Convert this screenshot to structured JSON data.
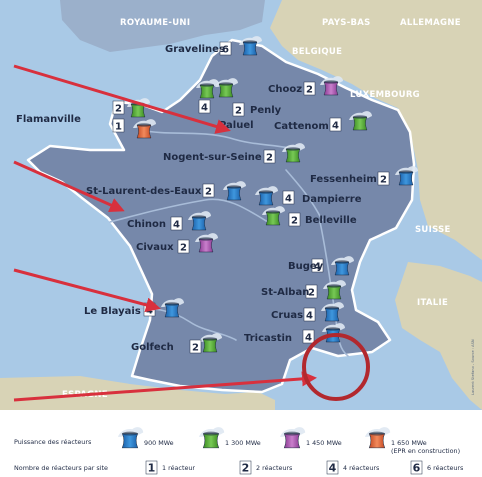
{
  "countries": [
    {
      "name": "ROYAUME-UNI"
    },
    {
      "name": "PAYS-BAS"
    },
    {
      "name": "ALLEMAGNE"
    },
    {
      "name": "BELGIQUE"
    },
    {
      "name": "LUXEMBOURG"
    },
    {
      "name": "SUISSE"
    },
    {
      "name": "ITALIE"
    },
    {
      "name": "ESPAGNE"
    }
  ],
  "sites": [
    {
      "name": "Gravelines",
      "reactors": "6",
      "type": "900"
    },
    {
      "name": "Chooz",
      "reactors": "2",
      "type": "1450"
    },
    {
      "name": "Penly",
      "reactors": "2",
      "type": "1300"
    },
    {
      "name": "Flamanville",
      "reactors": "2",
      "type": "1300"
    },
    {
      "name": "",
      "reactors": "1",
      "type": "1650"
    },
    {
      "name": "Paluel",
      "reactors": "4",
      "type": "1300"
    },
    {
      "name": "Cattenom",
      "reactors": "4",
      "type": "1300"
    },
    {
      "name": "Nogent-sur-Seine",
      "reactors": "2",
      "type": "1300"
    },
    {
      "name": "Fessenheim",
      "reactors": "2",
      "type": "900"
    },
    {
      "name": "St-Laurent-des-Eaux",
      "reactors": "2",
      "type": "900"
    },
    {
      "name": "Dampierre",
      "reactors": "4",
      "type": "900"
    },
    {
      "name": "Chinon",
      "reactors": "4",
      "type": "900"
    },
    {
      "name": "Belleville",
      "reactors": "2",
      "type": "1300"
    },
    {
      "name": "Civaux",
      "reactors": "2",
      "type": "1450"
    },
    {
      "name": "Bugey",
      "reactors": "4",
      "type": "900"
    },
    {
      "name": "St-Alban",
      "reactors": "2",
      "type": "1300"
    },
    {
      "name": "Cruas",
      "reactors": "4",
      "type": "900"
    },
    {
      "name": "Le Blayais",
      "reactors": "4",
      "type": "900"
    },
    {
      "name": "Tricastin",
      "reactors": "4",
      "type": "900"
    },
    {
      "name": "Golfech",
      "reactors": "2",
      "type": "1300"
    }
  ],
  "legend": {
    "power_title": "Puissance des réacteurs",
    "power": [
      {
        "label": "900 MWe",
        "type": "900"
      },
      {
        "label": "1 300 MWe",
        "type": "1300"
      },
      {
        "label": "1 450 MWe",
        "type": "1450"
      },
      {
        "label": "1 650 MWe",
        "type": "1650",
        "note": "(EPR en construction)"
      }
    ],
    "count_title": "Nombre de réacteurs par site",
    "counts": [
      {
        "num": "1",
        "label": "1 réacteur"
      },
      {
        "num": "2",
        "label": "2 réacteurs"
      },
      {
        "num": "4",
        "label": "4 réacteurs"
      },
      {
        "num": "6",
        "label": "6 réacteurs"
      }
    ]
  },
  "credit": "Laurent Stefano - Source : ASN",
  "colors": {
    "sea": "#a9c9e6",
    "land": "#9bb0cb",
    "neighbors": "#d8d3b6",
    "france": "#7688aa",
    "arrow": "#d8303d",
    "circle": "#b2282e",
    "reactor_900": "#2a7fc8",
    "reactor_1300": "#59b43a",
    "reactor_1450": "#b35bb8",
    "reactor_1650": "#e8643a"
  }
}
